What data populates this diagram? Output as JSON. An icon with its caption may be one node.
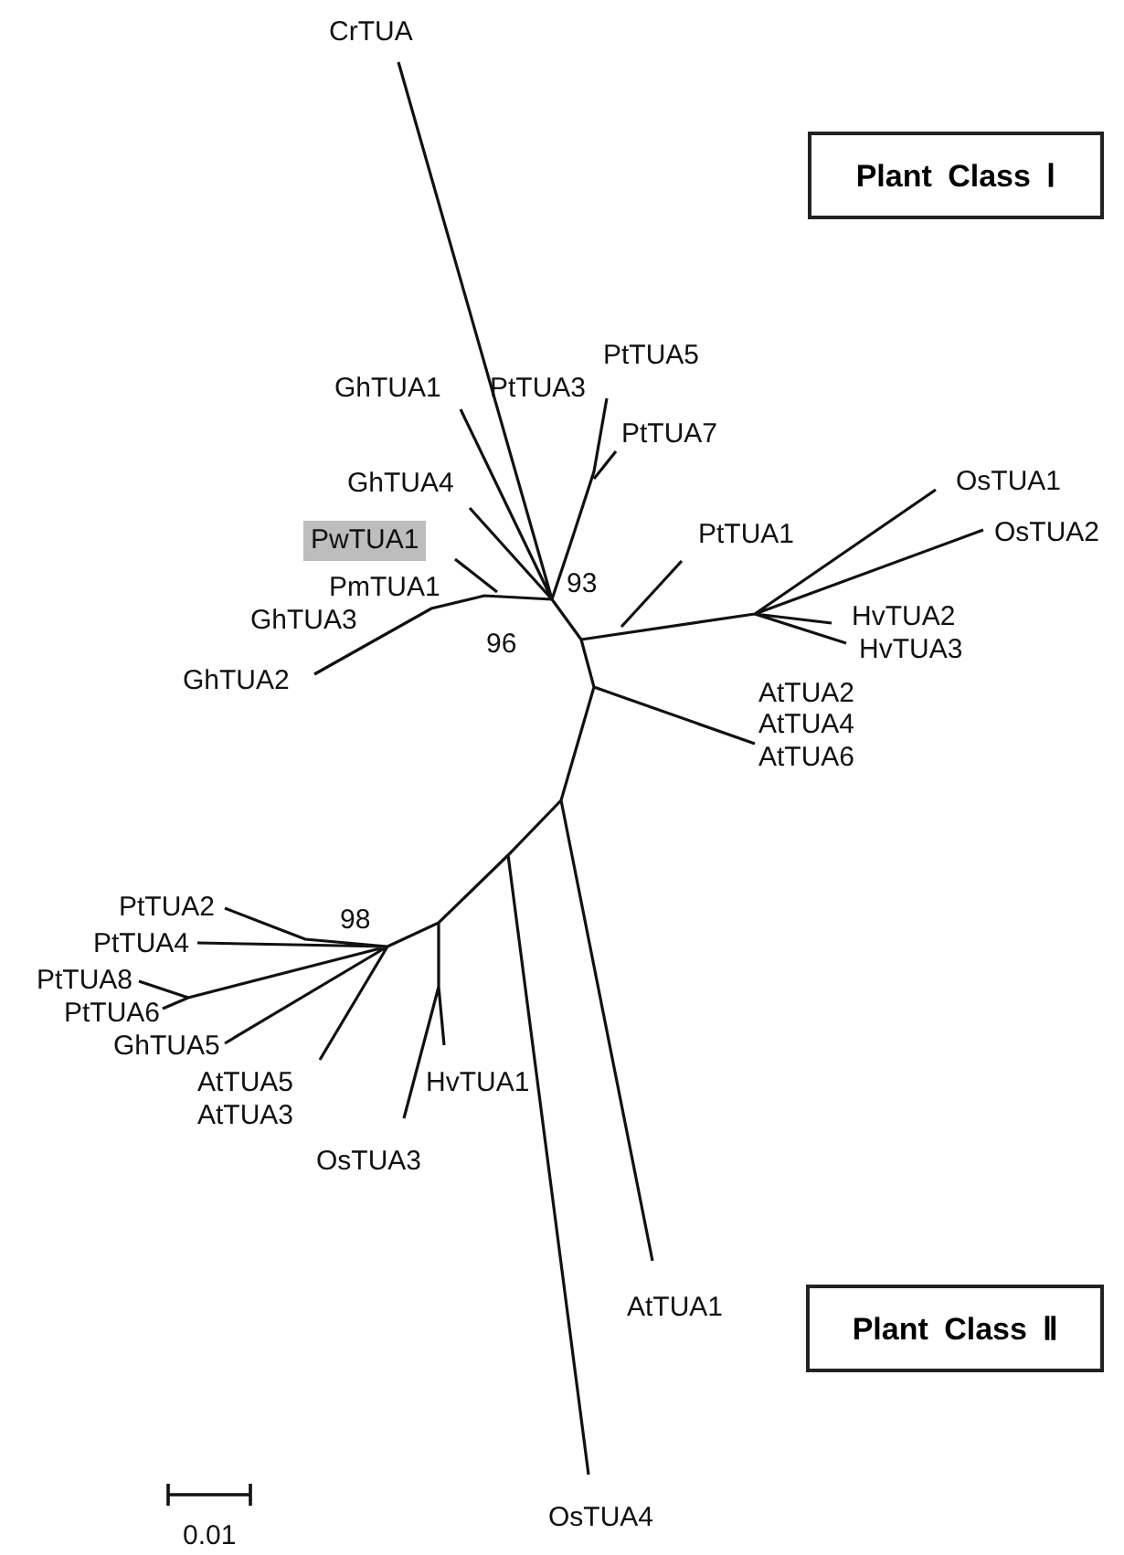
{
  "diagram": {
    "nodes": [
      {
        "text": [
          "Plant Class Ⅰ"
        ]
      },
      {
        "text": [
          "Plant Class Ⅱ"
        ]
      }
    ],
    "labels": [
      "CrTUA",
      "PtTUA5",
      "GhTUA1",
      "PtTUA3",
      "PtTUA7",
      "GhTUA4",
      "OsTUA1",
      "PwTUA1",
      "PtTUA1",
      "OsTUA2",
      "PmTUA1",
      "93",
      "GhTUA3",
      "HvTUA2",
      "96",
      "HvTUA3",
      "GhTUA2",
      "AtTUA2",
      "AtTUA4",
      "AtTUA6",
      "PtTUA2",
      "98",
      "PtTUA4",
      "PtTUA8",
      "PtTUA6",
      "GhTUA5",
      "AtTUA5",
      "HvTUA1",
      "AtTUA3",
      "OsTUA3",
      "AtTUA1",
      "OsTUA4",
      "0.01"
    ]
  }
}
